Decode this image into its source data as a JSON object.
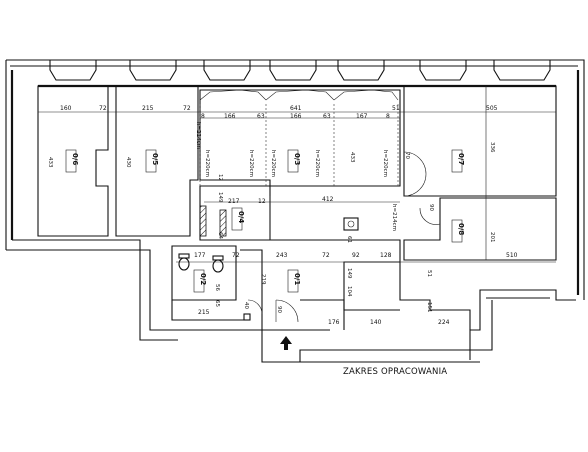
{
  "plan": {
    "caption": "ZAKRES OPRACOWANIA",
    "rooms": [
      {
        "id": "r06",
        "label": "0/6",
        "height_label": "433"
      },
      {
        "id": "r05",
        "label": "0/5",
        "height_label": "430"
      },
      {
        "id": "r03",
        "label": "0/3",
        "height_label": "433"
      },
      {
        "id": "r04",
        "label": "0/4"
      },
      {
        "id": "r07",
        "label": "0/7",
        "height_label": "336"
      },
      {
        "id": "r08",
        "label": "0/8",
        "height_label": "201"
      },
      {
        "id": "r01",
        "label": "0/1"
      },
      {
        "id": "r02",
        "label": "0/2"
      }
    ],
    "dimensions_top": [
      "160",
      "72",
      "215",
      "72",
      "641",
      "51",
      "505"
    ],
    "dimensions_inner": [
      "8",
      "166",
      "63",
      "166",
      "63",
      "167",
      "8"
    ],
    "ceiling_heights": [
      "h=214cm",
      "h=220cm",
      "h=220cm",
      "h=220cm",
      "h=220cm",
      "h=220cm",
      "h=214cm"
    ],
    "dimensions_mid": [
      "217",
      "149",
      "12",
      "12",
      "412",
      "64",
      "128",
      "92",
      "72",
      "243",
      "72",
      "177",
      "510",
      "61",
      "51"
    ],
    "dimensions_low": [
      "56",
      "65",
      "219",
      "149",
      "104",
      "151",
      "215",
      "176",
      "140",
      "224",
      "40",
      "90"
    ],
    "misc_labels": [
      "90",
      "70"
    ]
  }
}
